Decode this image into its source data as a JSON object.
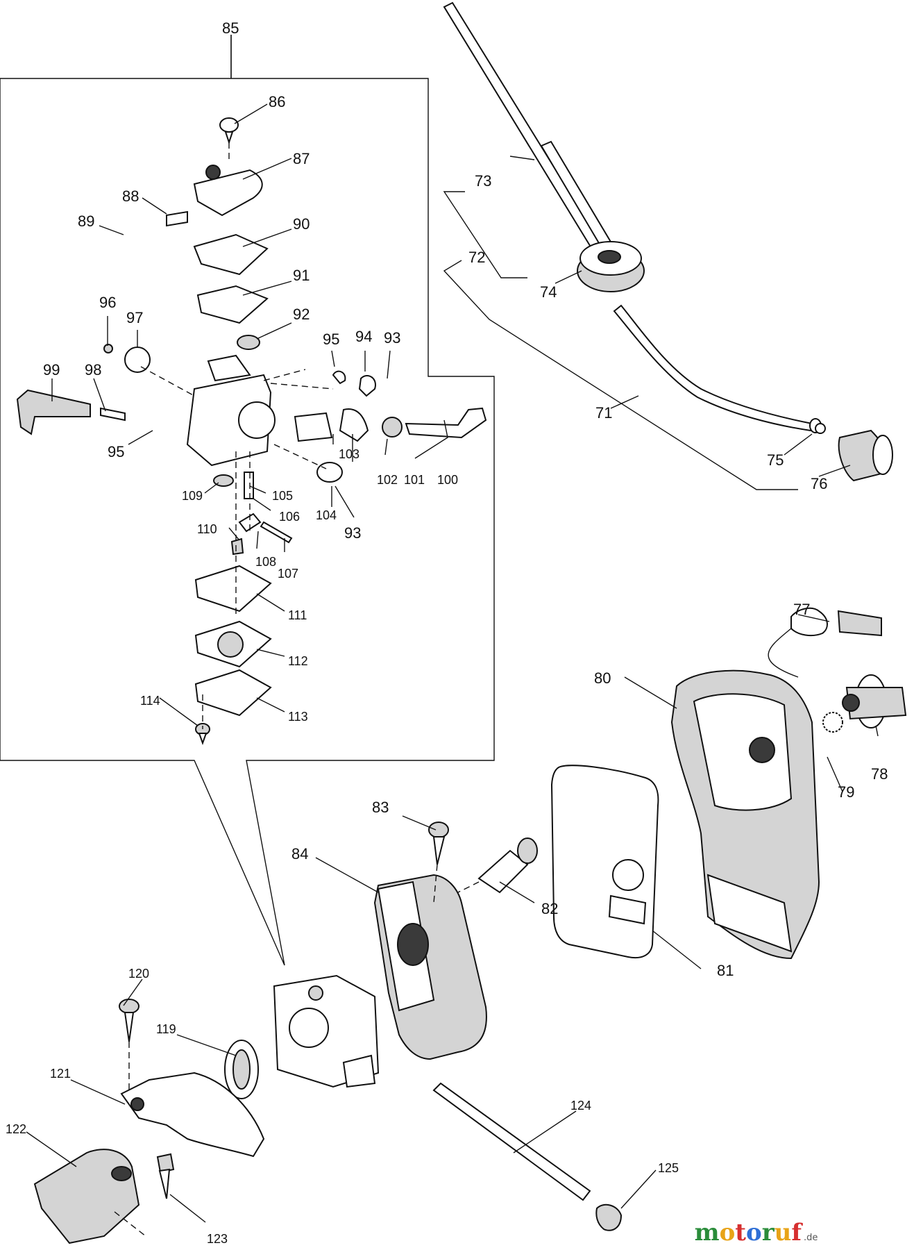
{
  "labels": {
    "p71": "71",
    "p72": "72",
    "p73": "73",
    "p74": "74",
    "p75": "75",
    "p76": "76",
    "p77": "77",
    "p78": "78",
    "p79": "79",
    "p80": "80",
    "p81": "81",
    "p82": "82",
    "p83": "83",
    "p84": "84",
    "p85": "85",
    "p86": "86",
    "p87": "87",
    "p88": "88",
    "p89": "89",
    "p90": "90",
    "p91": "91",
    "p92": "92",
    "p93a": "93",
    "p93b": "93",
    "p94": "94",
    "p95a": "95",
    "p95b": "95",
    "p96": "96",
    "p97": "97",
    "p98": "98",
    "p99": "99",
    "p100": "100",
    "p101": "101",
    "p102": "102",
    "p103": "103",
    "p104": "104",
    "p105": "105",
    "p106": "106",
    "p107": "107",
    "p108": "108",
    "p109": "109",
    "p110": "110",
    "p111": "111",
    "p112": "112",
    "p113": "113",
    "p114": "114",
    "p119": "119",
    "p120": "120",
    "p121": "121",
    "p122": "122",
    "p123": "123",
    "p124": "124",
    "p125": "125"
  },
  "watermark": {
    "brand_letters": [
      "m",
      "o",
      "t",
      "o",
      "r",
      "u",
      "f"
    ],
    "brand_colors": [
      "#2a8c3a",
      "#e8a317",
      "#d62f2f",
      "#2f6fd6",
      "#2a8c3a",
      "#e8a317",
      "#d62f2f"
    ],
    "suffix": ".de"
  }
}
